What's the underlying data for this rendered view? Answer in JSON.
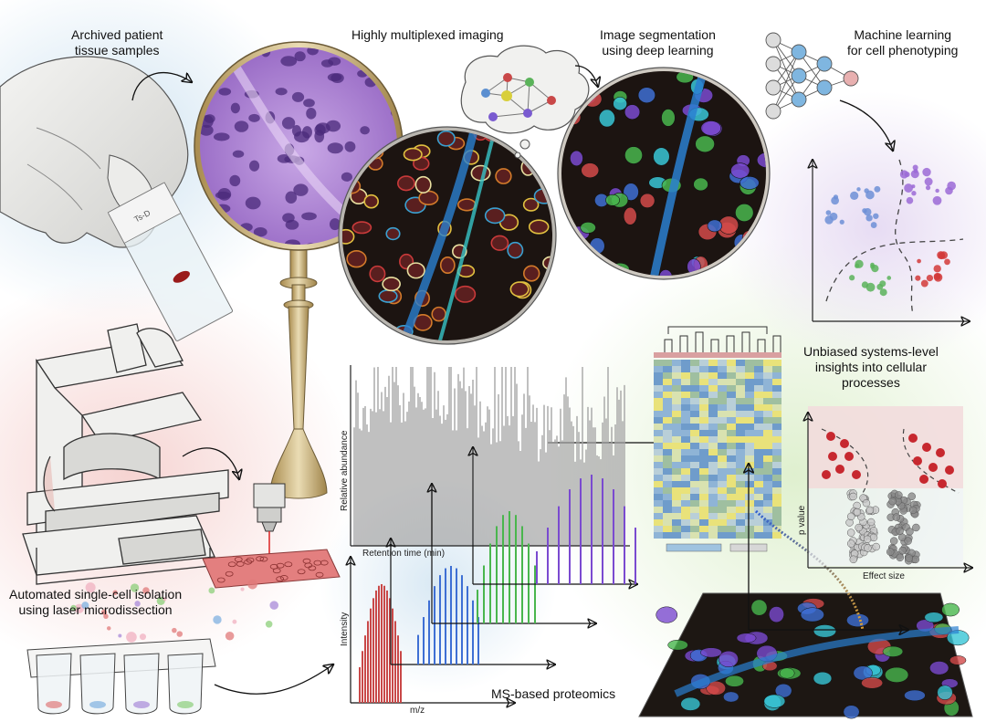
{
  "labels": {
    "archived": [
      "Archived patient",
      "tissue samples"
    ],
    "multiplexed": "Highly multiplexed imaging",
    "segmentation": [
      "Image segmentation",
      "using deep learning"
    ],
    "ml": [
      "Machine learning",
      "for cell phenotyping"
    ],
    "unbiased": [
      "Unbiased systems-level",
      "insights into cellular",
      "processes"
    ],
    "lcm": [
      "Automated single-cell isolation",
      "using laser microdissection"
    ],
    "ms": "MS-based proteomics",
    "slide_text": "Ts-D"
  },
  "axes": {
    "relative_abundance": "Relative abundance",
    "retention_time": "Retention time (min)",
    "intensity": "Intensity",
    "mz": "m/z",
    "p_value": "p value",
    "effect_size": "Effect size"
  },
  "colors": {
    "he_tissue": "#9b6fc6",
    "nuclei": "#4a2a7a",
    "fluor_bg": "#1c1411",
    "cell_red": "#d24a4a",
    "cell_green": "#49b64d",
    "cell_blue": "#3e6fd4",
    "cell_cyan": "#38c6d6",
    "heat_blue": "#6f9ccb",
    "heat_yellow": "#e9e27a",
    "volcano_red": "#c7282f",
    "volcano_gray": "#9a9a9a"
  }
}
